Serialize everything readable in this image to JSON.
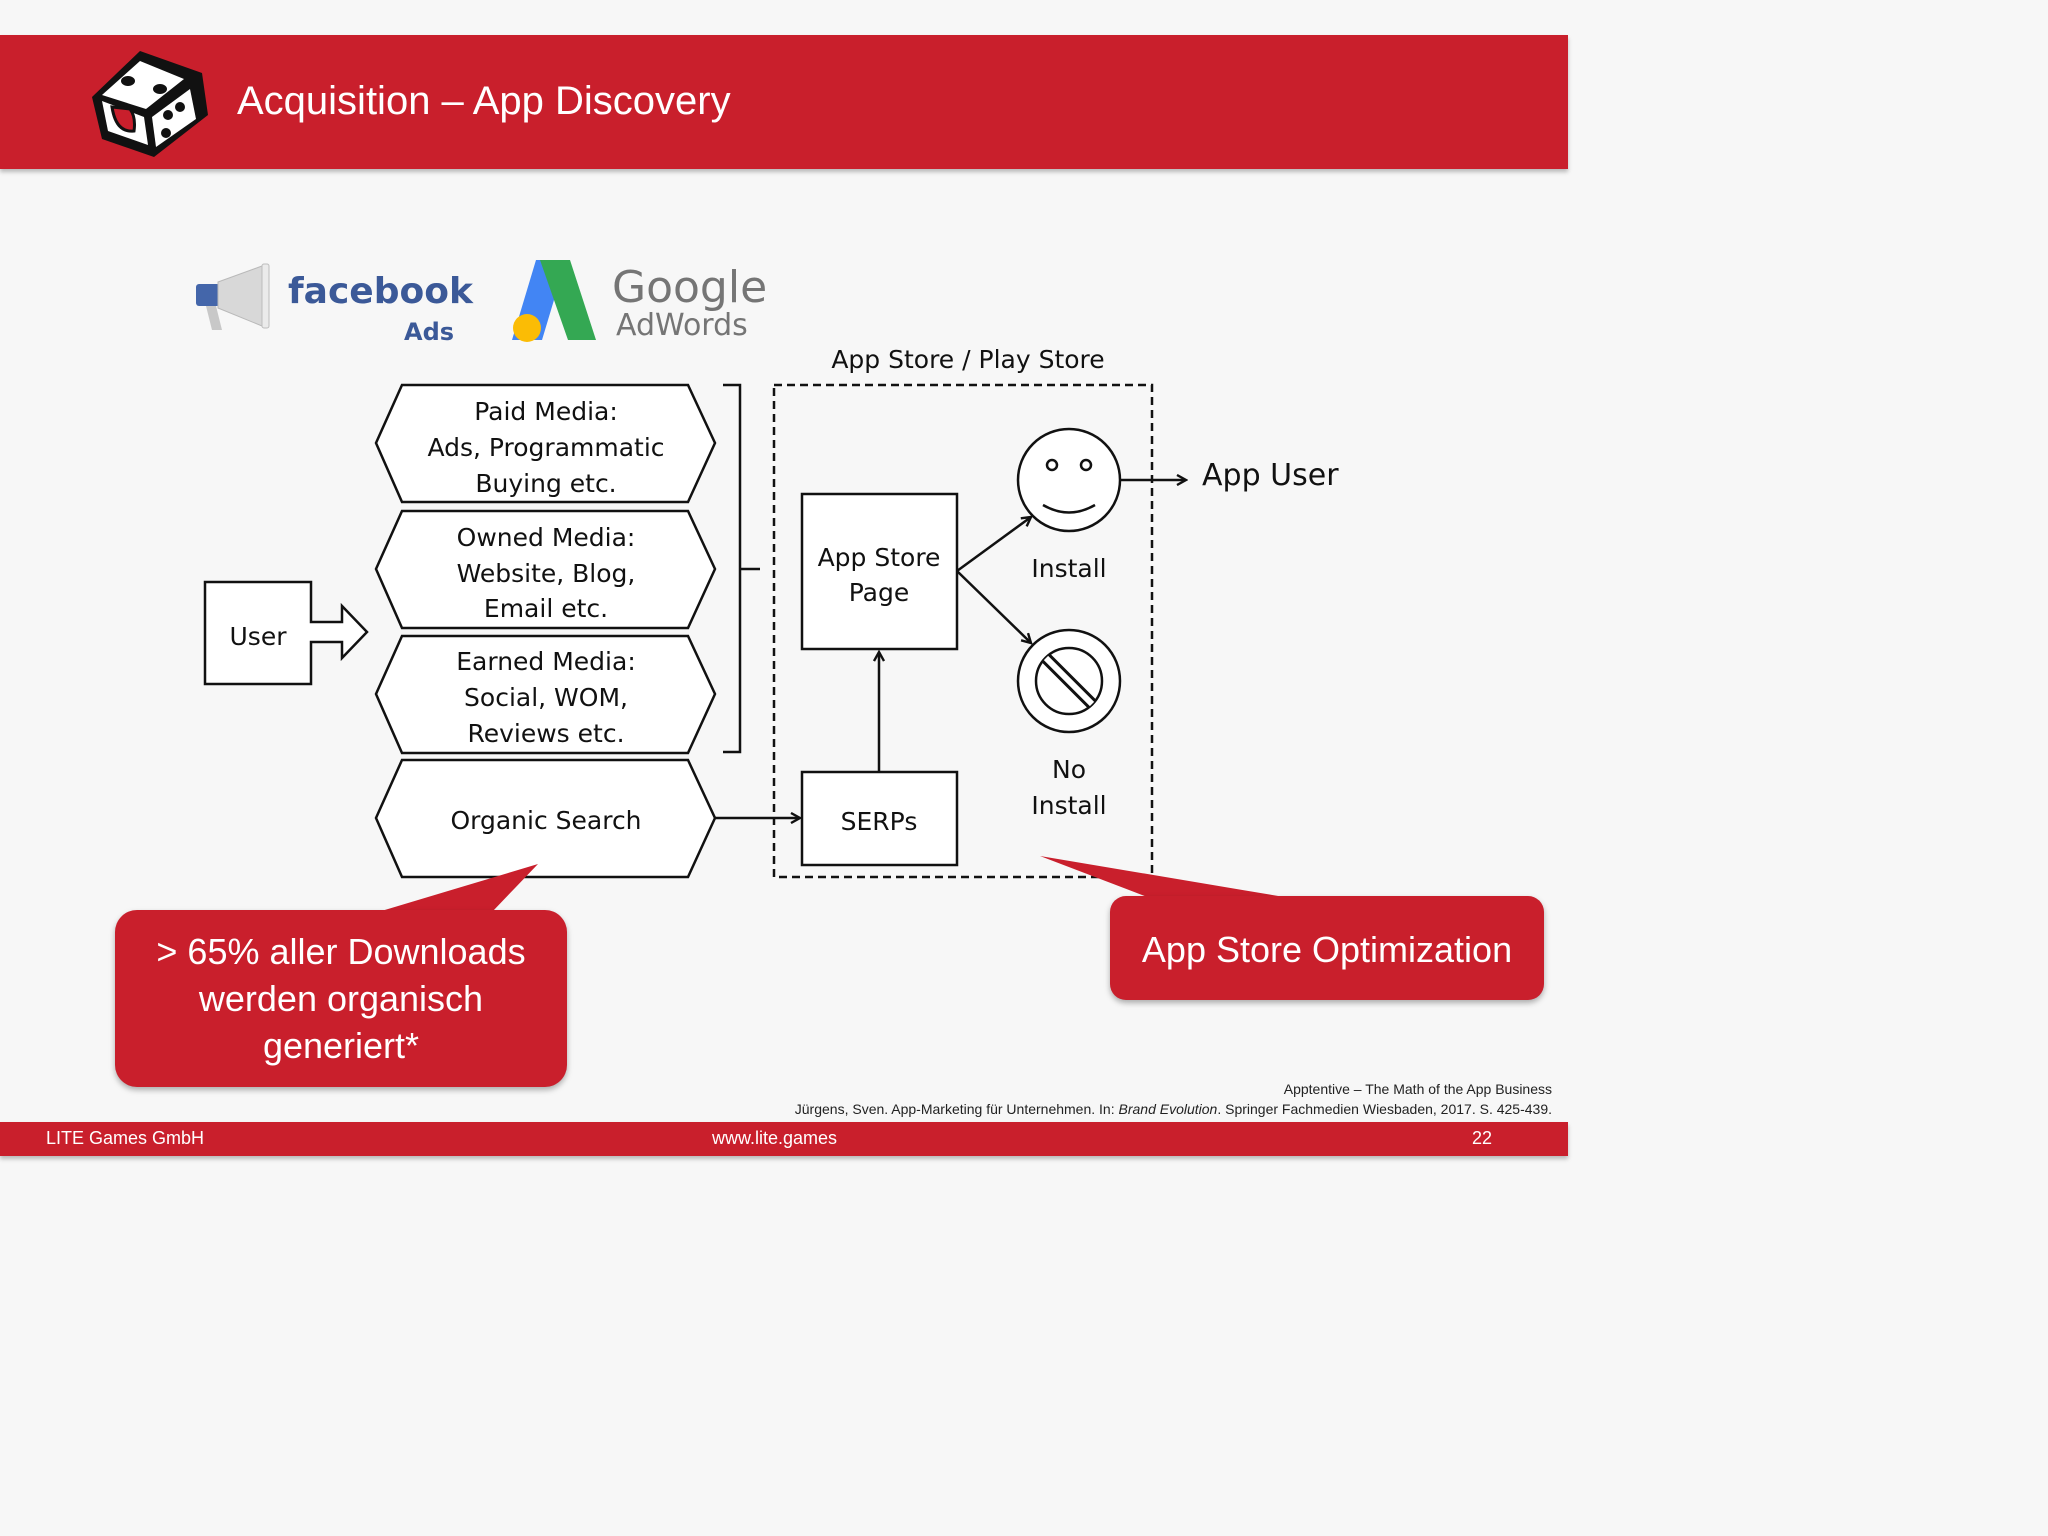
{
  "header": {
    "title": "Acquisition – App Discovery",
    "background_color": "#c91f2c"
  },
  "logos": {
    "facebook": {
      "wordmark": "facebook",
      "suffix": "Ads",
      "icon": "megaphone-icon"
    },
    "google": {
      "wordmark": "Google",
      "product": "AdWords",
      "icon": "adwords-triangle-icon"
    }
  },
  "diagram": {
    "user_label": "User",
    "media_boxes": [
      {
        "lines": [
          "Paid Media:",
          "Ads, Programmatic",
          "Buying etc."
        ]
      },
      {
        "lines": [
          "Owned Media:",
          "Website, Blog,",
          "Email etc."
        ]
      },
      {
        "lines": [
          "Earned Media:",
          "Social, WOM,",
          "Reviews etc."
        ]
      },
      {
        "lines": [
          "Organic Search"
        ]
      }
    ],
    "store_title": "App Store / Play Store",
    "app_store_page": [
      "App Store",
      "Page"
    ],
    "serps": "SERPs",
    "install_label": "Install",
    "no_install": [
      "No",
      "Install"
    ],
    "app_user": "App User"
  },
  "callouts": {
    "left": [
      "> 65% aller Downloads",
      "werden organisch",
      "generiert*"
    ],
    "right": "App Store Optimization",
    "color": "#c91f2c"
  },
  "citations": {
    "line1": "Apptentive – The Math of the App Business",
    "line2_before": "Jürgens, Sven. App-Marketing für Unternehmen. In: ",
    "line2_italic": "Brand Evolution",
    "line2_after": ". Springer Fachmedien Wiesbaden, 2017. S. 425-439."
  },
  "footer": {
    "company": "LITE Games GmbH",
    "url": "www.lite.games",
    "page_number": "22"
  }
}
